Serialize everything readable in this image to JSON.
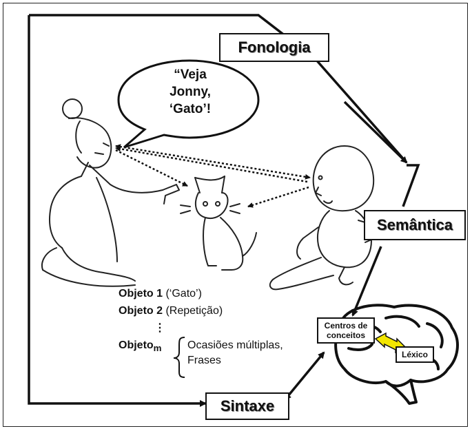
{
  "speech_bubble": {
    "line1": "“Veja",
    "line2": "Jonny,",
    "line3": "‘Gato’!"
  },
  "boxes": {
    "fonologia": "Fonologia",
    "semantica": "Semântica",
    "sintaxe": "Sintaxe",
    "centros": "Centros de conceitos",
    "lexico": "Léxico"
  },
  "objects": {
    "obj1_label": "Objeto 1",
    "obj1_note": "(‘Gato’)",
    "obj2_label": "Objeto 2",
    "obj2_note": "(Repetição)",
    "ellipsis": "⋮",
    "objm_label": "Objeto",
    "objm_sub": "m",
    "brace_line1": "Ocasiões múltiplas,",
    "brace_line2": "Frases"
  },
  "colors": {
    "lexico_arrow": "#f3e600",
    "outline": "#111111"
  }
}
